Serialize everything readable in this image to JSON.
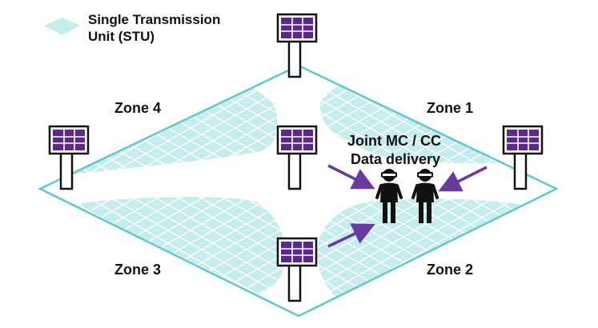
{
  "legend": {
    "line1": "Single Transmission",
    "line2": "Unit (STU)",
    "swatch_icon": "stu-coverage-diamond-icon"
  },
  "zones": {
    "zone1": "Zone 1",
    "zone2": "Zone 2",
    "zone3": "Zone 3",
    "zone4": "Zone 4"
  },
  "callout": {
    "line1": "Joint MC / CC",
    "line2": "Data delivery"
  },
  "icons": {
    "transmitter": "transmitter-tower-icon",
    "user": "xr-headset-user-icon",
    "arrow": "signal-arrow-icon"
  },
  "colors": {
    "coverage_fill": "#c7ecee",
    "floor_outline": "#5fc8cc",
    "grid_line": "#ffffff",
    "tower_panel": "#5b2a86",
    "arrow": "#6a3aa0",
    "outline": "#111111",
    "text": "#111111"
  }
}
